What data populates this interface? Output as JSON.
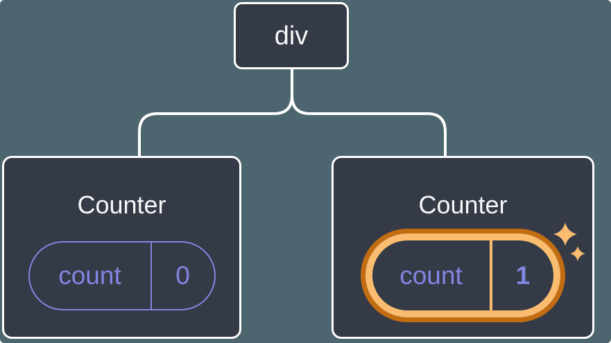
{
  "tree": {
    "root": {
      "label": "div"
    },
    "children": [
      {
        "label": "Counter",
        "state": {
          "name": "count",
          "value": "0"
        },
        "highlighted": false
      },
      {
        "label": "Counter",
        "state": {
          "name": "count",
          "value": "1"
        },
        "highlighted": true
      }
    ]
  },
  "colors": {
    "background": "#4c656e",
    "card_fill": "#343a46",
    "card_border": "#ffffff",
    "title_text": "#f6f7f9",
    "state_accent_purple": "#8286e2",
    "highlight_orange_dark": "#c36d12",
    "highlight_orange_light": "#fabd70"
  },
  "icons": {
    "sparkles": "sparkles-icon"
  }
}
